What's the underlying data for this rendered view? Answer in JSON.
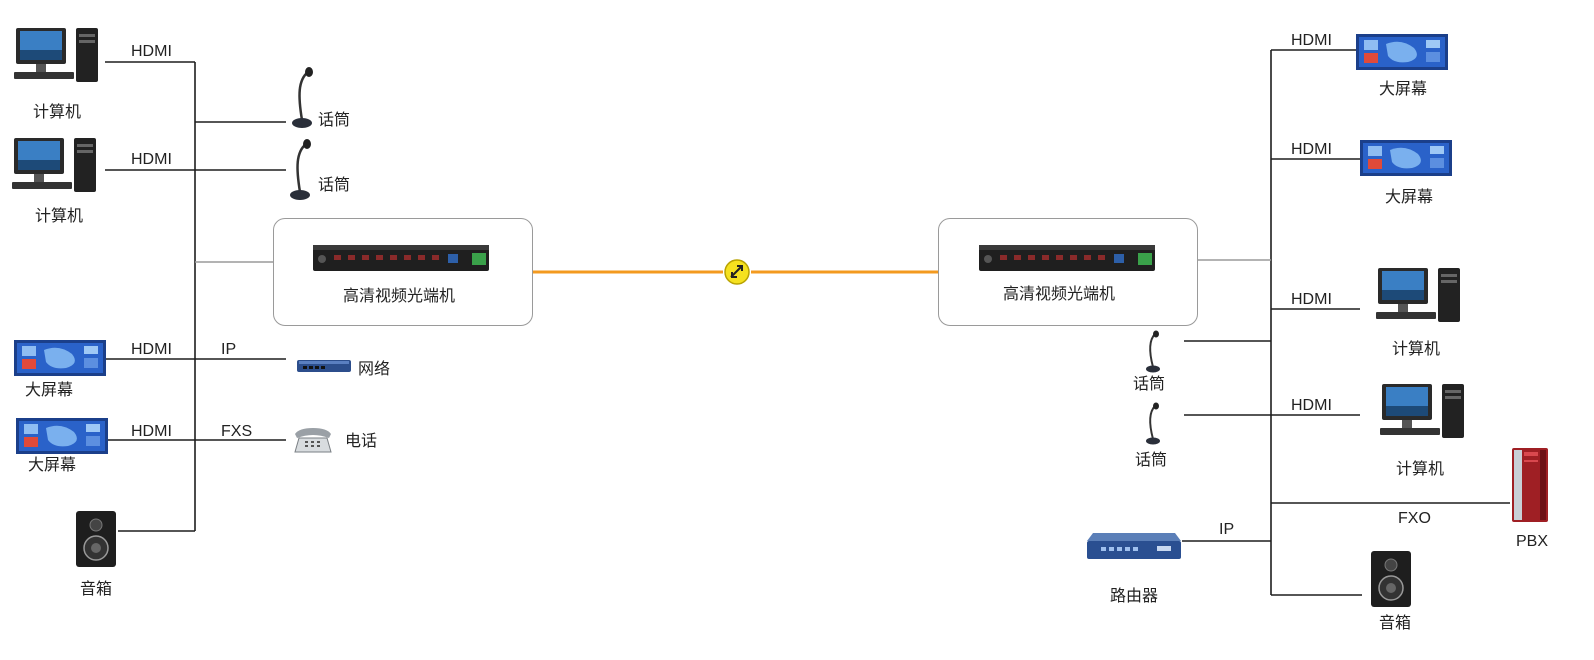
{
  "colors": {
    "fiber": "#f39a1f",
    "line": "#1e1e1e",
    "panel_border": "#9a9a9a",
    "connector": "#f5e11f"
  },
  "left_site": {
    "transceiver_label": "高清视频光端机",
    "computers": [
      {
        "label": "计算机",
        "port": "HDMI"
      },
      {
        "label": "计算机",
        "port": "HDMI"
      }
    ],
    "microphones": [
      {
        "label": "话筒"
      },
      {
        "label": "话筒"
      }
    ],
    "screens": [
      {
        "label": "大屏幕",
        "port": "HDMI"
      },
      {
        "label": "大屏幕",
        "port": "HDMI"
      }
    ],
    "network": {
      "label": "网络",
      "port": "IP"
    },
    "phone": {
      "label": "电话",
      "port": "FXS"
    },
    "speaker": {
      "label": "音箱"
    }
  },
  "right_site": {
    "transceiver_label": "高清视频光端机",
    "screens": [
      {
        "label": "大屏幕",
        "port": "HDMI"
      },
      {
        "label": "大屏幕",
        "port": "HDMI"
      }
    ],
    "computers": [
      {
        "label": "计算机",
        "port": "HDMI"
      },
      {
        "label": "计算机",
        "port": "HDMI"
      }
    ],
    "microphones": [
      {
        "label": "话筒"
      },
      {
        "label": "话筒"
      }
    ],
    "router": {
      "label": "路由器",
      "port": "IP"
    },
    "pbx": {
      "label": "PBX",
      "port": "FXO"
    },
    "speaker": {
      "label": "音箱"
    }
  },
  "icons": {
    "computer": "computer-icon",
    "microphone": "microphone-icon",
    "screen": "screen-icon",
    "switch": "network-switch-icon",
    "phone": "telephone-icon",
    "speaker": "speaker-icon",
    "transceiver": "optical-transceiver-icon",
    "connector": "fiber-connector-icon",
    "router": "router-icon",
    "pbx": "pbx-icon"
  }
}
